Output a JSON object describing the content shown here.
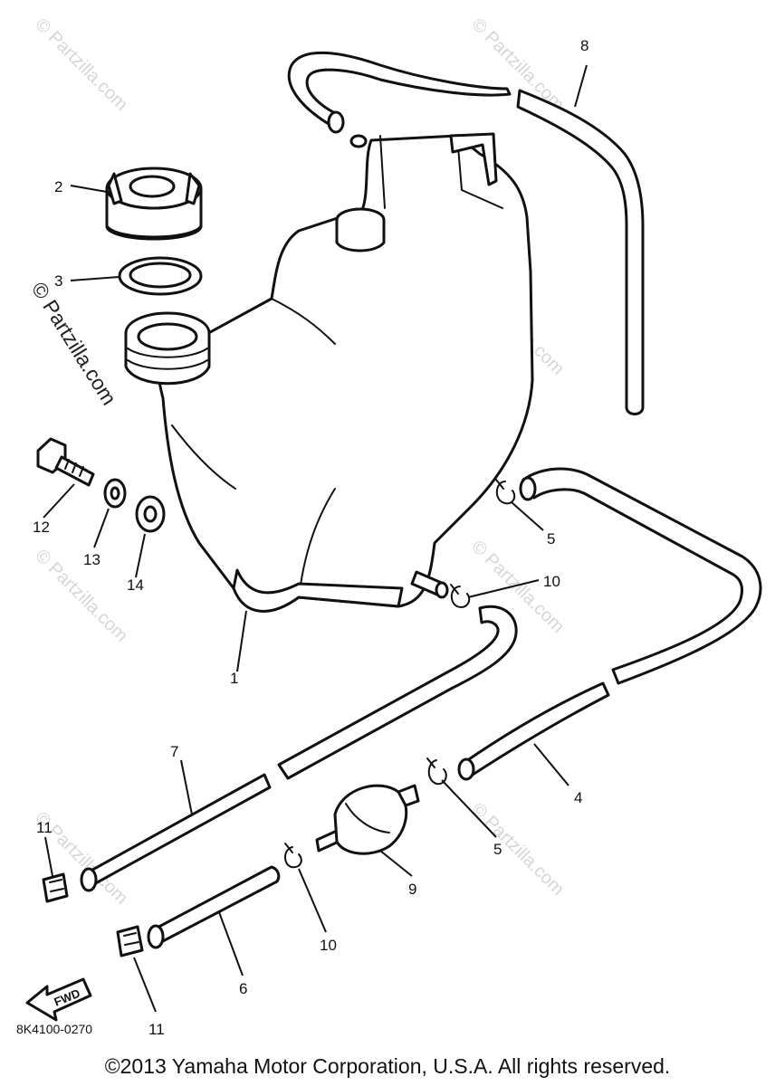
{
  "watermark": {
    "text": "© Partzilla.com"
  },
  "callouts": [
    {
      "num": "1"
    },
    {
      "num": "2"
    },
    {
      "num": "3"
    },
    {
      "num": "4"
    },
    {
      "num": "5"
    },
    {
      "num": "5"
    },
    {
      "num": "6"
    },
    {
      "num": "7"
    },
    {
      "num": "8"
    },
    {
      "num": "9"
    },
    {
      "num": "10"
    },
    {
      "num": "10"
    },
    {
      "num": "11"
    },
    {
      "num": "11"
    },
    {
      "num": "12"
    },
    {
      "num": "13"
    },
    {
      "num": "14"
    }
  ],
  "arrow_label": "FWD",
  "diagram_code": "8K4100-0270",
  "copyright": "©2013 Yamaha Motor Corporation, U.S.A. All rights reserved."
}
